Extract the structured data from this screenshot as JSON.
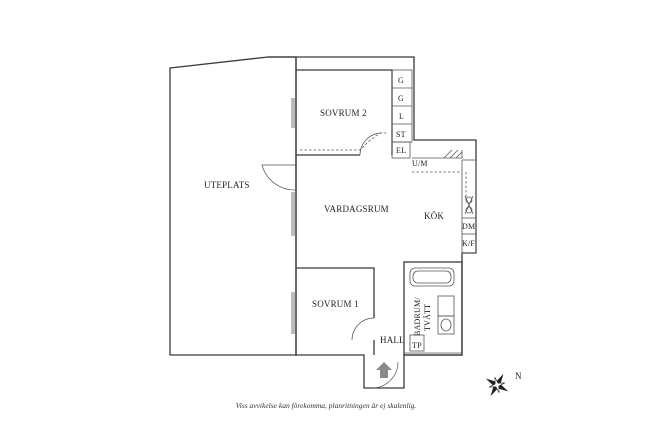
{
  "rooms": {
    "uteplats": "UTEPLATS",
    "sovrum2": "SOVRUM 2",
    "vardagsrum": "VARDAGSRUM",
    "kok": "KÖK",
    "sovrum1": "SOVRUM 1",
    "hall": "HALL",
    "badrum_line1": "BADRUM/",
    "badrum_line2": "TVÄTT"
  },
  "closets": {
    "g1": "G",
    "g2": "G",
    "l": "L",
    "st": "ST",
    "el": "EL",
    "um": "U/M",
    "dm": "DM",
    "kf": "K/F",
    "tp": "TP"
  },
  "compass": {
    "north": "N"
  },
  "caption": "Viss avvikelse kan förekomma, planritningen är ej skalenlig.",
  "colors": {
    "line": "#3a3a3a",
    "background": "#ffffff"
  }
}
